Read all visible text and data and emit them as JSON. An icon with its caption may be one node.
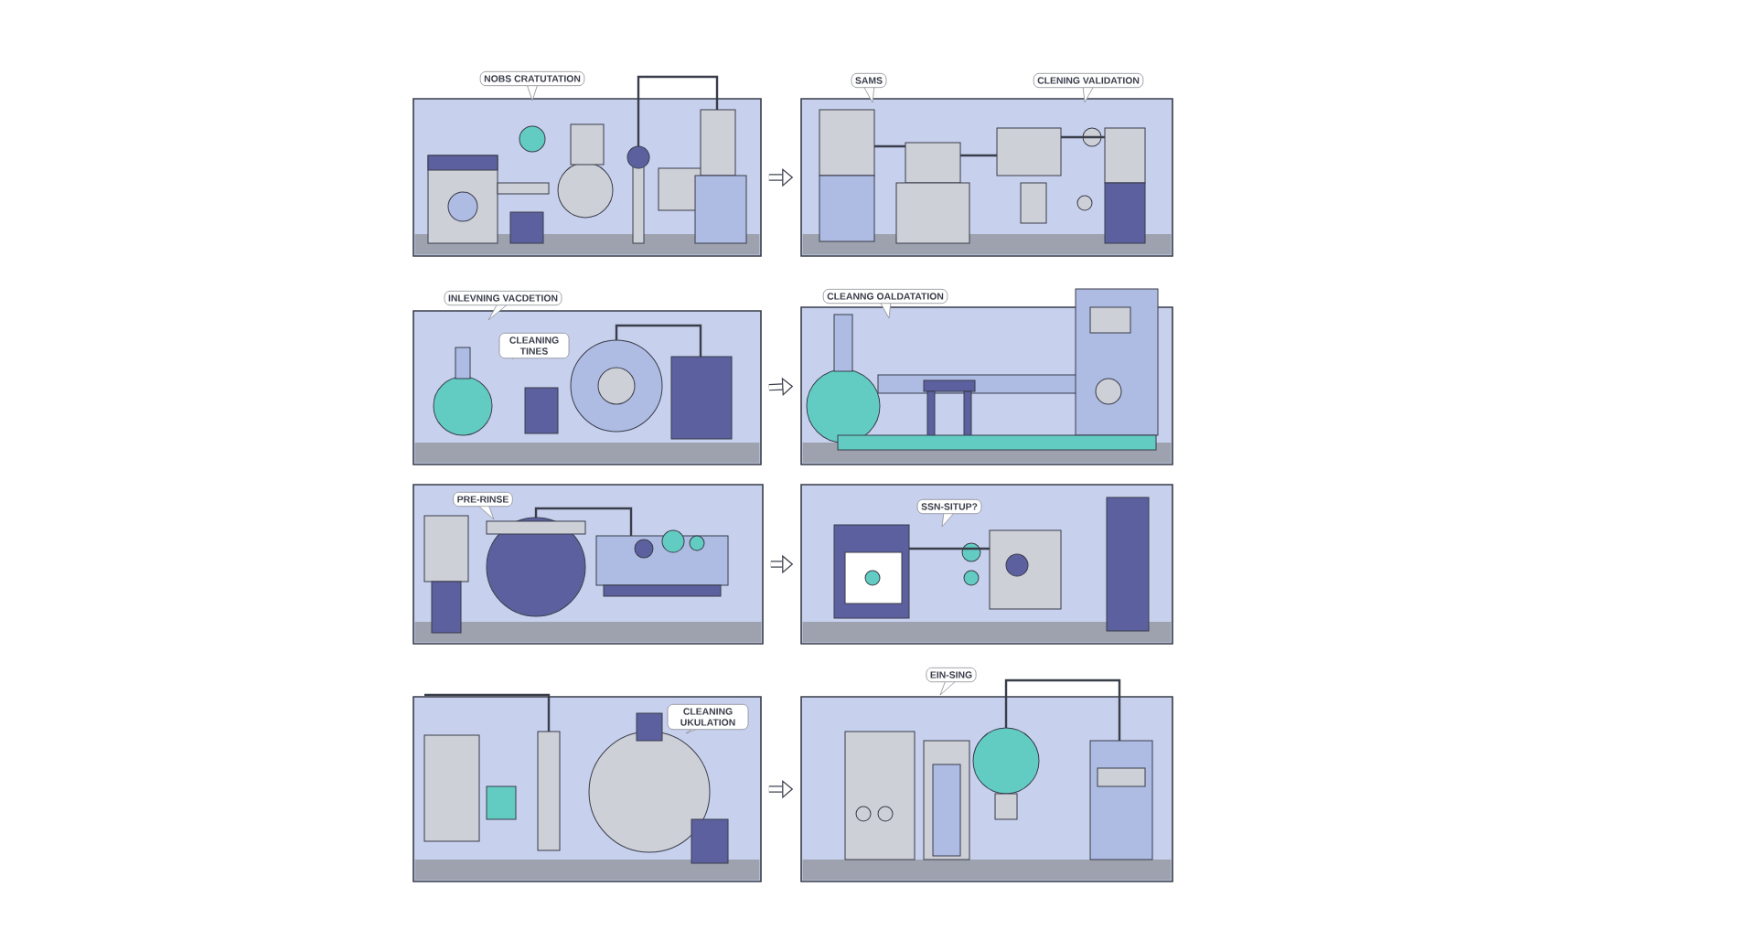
{
  "diagram": {
    "nodes": [
      {
        "text": [
          "NOBS CRATUTATION"
        ]
      },
      {
        "text": [
          "SAMS",
          "CLENING VALIDATION"
        ]
      },
      {
        "text": [
          "INLEVNING VACDETION",
          "CLEANING TINES"
        ]
      },
      {
        "text": [
          "CLEANNG OALDATATION"
        ]
      },
      {
        "text": [
          "PRE-RINSE"
        ]
      },
      {
        "text": [
          "SSN-SITUP?"
        ]
      },
      {
        "text": [
          "CLEANING UKULATION"
        ]
      },
      {
        "text": [
          "EIN-SING"
        ]
      }
    ],
    "edges": [
      {
        "from": 0,
        "to": 1,
        "arrow": "to"
      },
      {
        "from": 2,
        "to": 3,
        "arrow": "to"
      },
      {
        "from": 4,
        "to": 5,
        "arrow": "to"
      },
      {
        "from": 6,
        "to": 7,
        "arrow": "to"
      }
    ]
  }
}
